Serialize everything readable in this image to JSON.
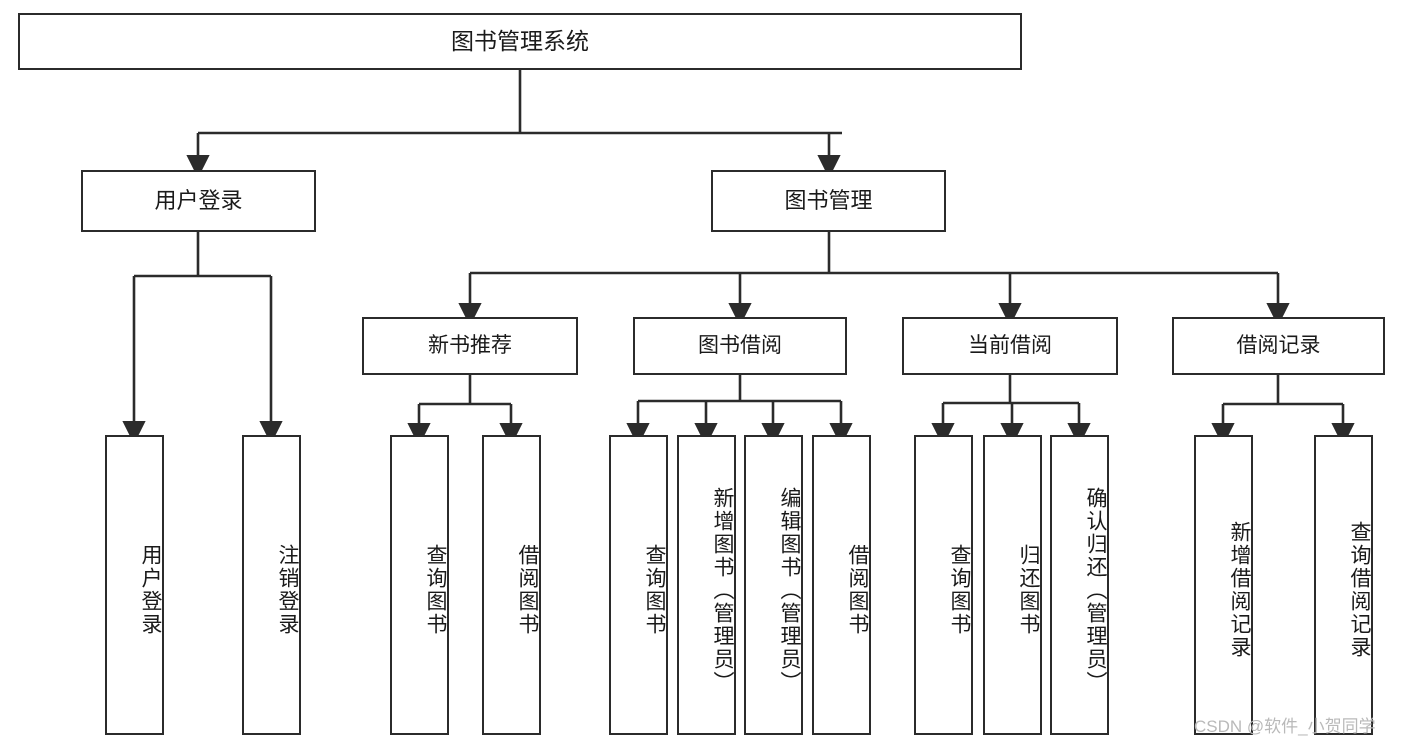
{
  "diagram": {
    "type": "tree",
    "title": "图书管理系统",
    "watermark": "CSDN @软件_小贺同学",
    "colors": {
      "box_border": "#2b2b2b",
      "box_fill": "#ffffff",
      "edge": "#2b2b2b",
      "text": "#1a1a1a",
      "watermark": "#b9b9b9",
      "background": "#ffffff"
    },
    "nodes": {
      "root": {
        "label": "图书管理系统"
      },
      "level1": [
        {
          "id": "user-login",
          "label": "用户登录"
        },
        {
          "id": "book-manage",
          "label": "图书管理"
        }
      ],
      "level2": [
        {
          "id": "new-book-recommend",
          "label": "新书推荐"
        },
        {
          "id": "book-borrow",
          "label": "图书借阅"
        },
        {
          "id": "current-borrow",
          "label": "当前借阅"
        },
        {
          "id": "borrow-record",
          "label": "借阅记录"
        }
      ],
      "leaves": {
        "user-login": [
          {
            "id": "leaf-user-login",
            "label": "用户登录"
          },
          {
            "id": "leaf-logout-login",
            "label": "注销登录"
          }
        ],
        "new-book-recommend": [
          {
            "id": "leaf-query-book-1",
            "label": "查询图书"
          },
          {
            "id": "leaf-borrow-book-1",
            "label": "借阅图书"
          }
        ],
        "book-borrow": [
          {
            "id": "leaf-query-book-2",
            "label": "查询图书"
          },
          {
            "id": "leaf-add-book-admin",
            "label": "新增图书（管理员）"
          },
          {
            "id": "leaf-edit-book-admin",
            "label": "编辑图书（管理员）"
          },
          {
            "id": "leaf-borrow-book-2",
            "label": "借阅图书"
          }
        ],
        "current-borrow": [
          {
            "id": "leaf-query-book-3",
            "label": "查询图书"
          },
          {
            "id": "leaf-return-book",
            "label": "归还图书"
          },
          {
            "id": "leaf-confirm-return-admin",
            "label": "确认归还（管理员）"
          }
        ],
        "borrow-record": [
          {
            "id": "leaf-add-borrow-record",
            "label": "新增借阅记录"
          },
          {
            "id": "leaf-query-borrow-record",
            "label": "查询借阅记录"
          }
        ]
      }
    }
  }
}
